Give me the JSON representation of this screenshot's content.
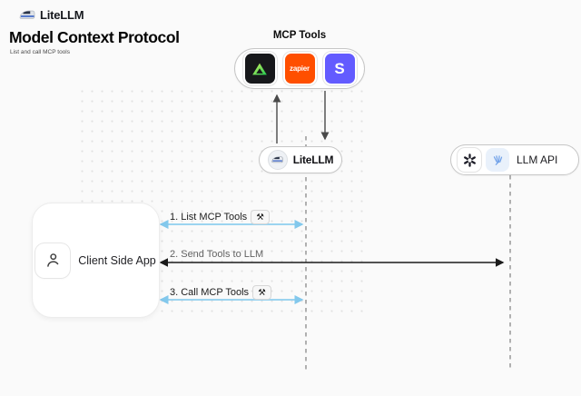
{
  "brand": {
    "name": "LiteLLM",
    "icon": "train-icon"
  },
  "header": {
    "title": "Model Context Protocol",
    "subtitle": "List and call MCP tools"
  },
  "mcp_group": {
    "label": "MCP Tools",
    "tools": [
      {
        "icon": "triangle-app-icon"
      },
      {
        "icon": "zapier-icon",
        "label": "zapier"
      },
      {
        "icon": "stripe-icon",
        "label": "S"
      }
    ]
  },
  "nodes": {
    "litellm": {
      "label": "LiteLLM",
      "icon": "train-icon"
    },
    "llm_api": {
      "label": "LLM API",
      "icons": [
        "openai-icon",
        "llm-provider-icon"
      ]
    },
    "client": {
      "label": "Client Side App",
      "icon": "person-icon"
    }
  },
  "messages": [
    {
      "label": "1. List MCP Tools",
      "tool_glyph": "⚒",
      "style": "blue",
      "from": "client",
      "to": "litellm"
    },
    {
      "label": "2. Send Tools to LLM",
      "style": "dark",
      "from": "client",
      "to": "llm_api"
    },
    {
      "label": "3. Call MCP Tools",
      "tool_glyph": "⚒",
      "style": "blue",
      "from": "client",
      "to": "litellm"
    }
  ],
  "colors": {
    "background": "#fafafa",
    "accent_blue": "#8fceef",
    "arrow_dark": "#1b1b1b",
    "arrow_gray": "#4a4a4a",
    "lifeline_gray": "#b0b0b0",
    "zapier_orange": "#ff4f00",
    "stripe_purple": "#635bff",
    "icon_black_bg": "#17181b"
  }
}
